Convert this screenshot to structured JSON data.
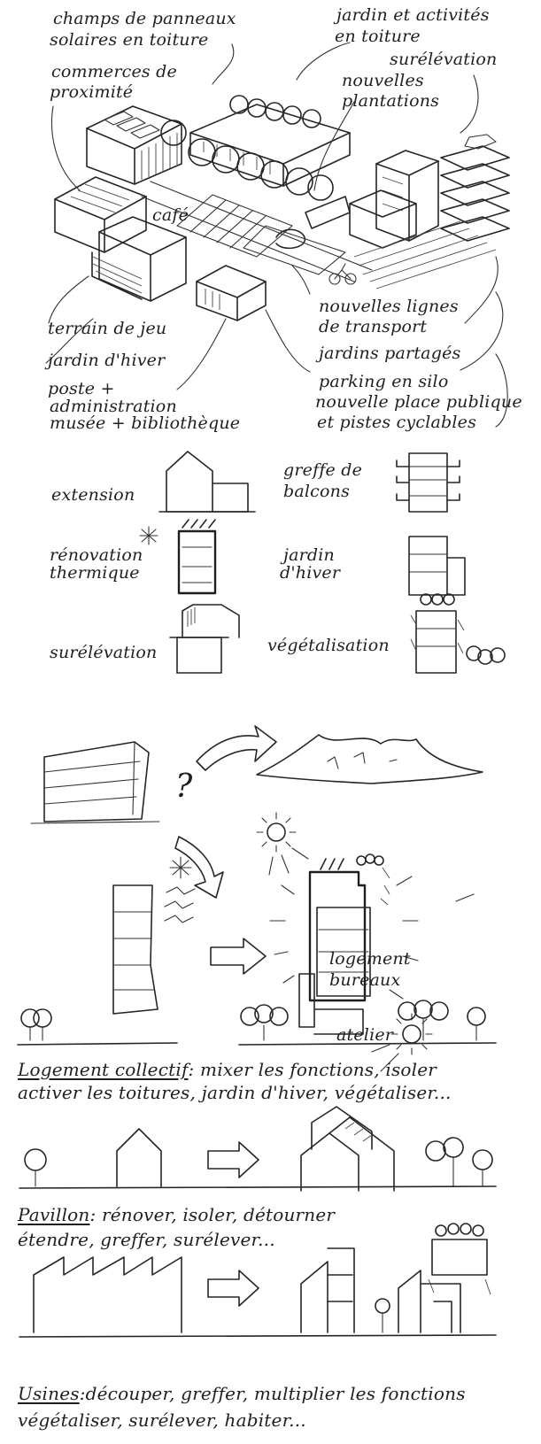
{
  "aerial": {
    "labels": {
      "champs": "champs de panneaux",
      "champs2": "solaires en toiture",
      "commerces": "commerces de",
      "commerces2": "proximité",
      "jardin_activites": "jardin et activités",
      "jardin_activites2": "en toiture",
      "surelevation": "surélévation",
      "nouvelles": "nouvelles",
      "plantations": "plantations",
      "cafe": "café",
      "terrain": "terrain de jeu",
      "jardin_hiver": "jardin d'hiver",
      "poste": "poste +",
      "administration": "administration",
      "musee": "musée + bibliothèque",
      "lignes": "nouvelles lignes",
      "transport": "de transport",
      "partages": "jardins partagés",
      "silo": "parking en silo",
      "place": "nouvelle place publique",
      "pistes": "et pistes cyclables"
    }
  },
  "operations": {
    "extension": "extension",
    "greffe1": "greffe de",
    "greffe2": "balcons",
    "renovation1": "rénovation",
    "renovation2": "thermique",
    "jardin1": "jardin",
    "jardin2": "d'hiver",
    "surelevation": "surélévation",
    "vegetalisation": "végétalisation"
  },
  "transformation": {
    "question": "?",
    "logement": "logement",
    "bureaux": "bureaux",
    "atelier": "atelier"
  },
  "captions": {
    "logement_title": "Logement collectif",
    "logement_rest1": ": mixer les fonctions, isoler",
    "logement_line2": "activer les toitures, jardin d'hiver, végétaliser...",
    "pavillon_title": "Pavillon",
    "pavillon_rest1": ": rénover, isoler, détourner",
    "pavillon_line2": "étendre, greffer, surélever...",
    "usines_title": "Usines",
    "usines_rest1": ":découper, greffer, multiplier les fonctions",
    "usines_line2": "végétaliser, surélever, habiter..."
  }
}
